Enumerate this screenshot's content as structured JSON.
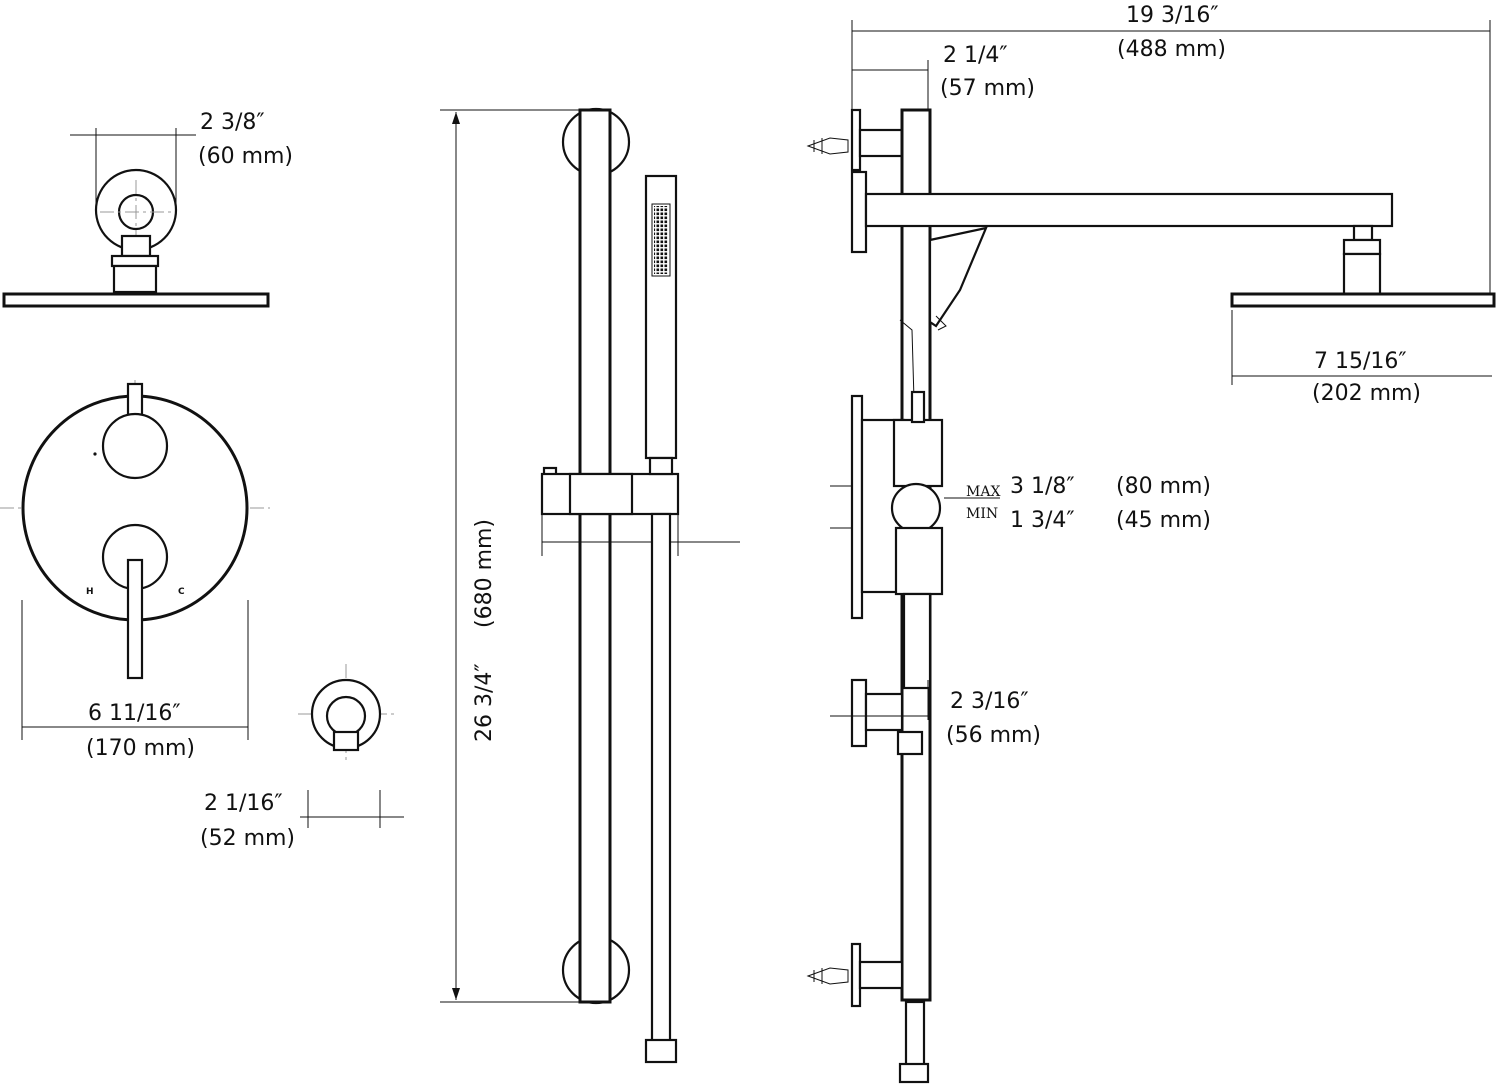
{
  "dimensions": {
    "overall_width": {
      "inch": "19 3/16″",
      "mm": "(488 mm)"
    },
    "arm_offset": {
      "inch": "2 1/4″",
      "mm": "(57 mm)"
    },
    "head_flange": {
      "inch": "2 3/8″",
      "mm": "(60 mm)"
    },
    "head_diameter": {
      "inch": "7 15/16″",
      "mm": "(202 mm)"
    },
    "bar_length": {
      "inch": "26 3/4″",
      "mm": "(680 mm)"
    },
    "valve_trim": {
      "inch": "6 11/16″",
      "mm": "(170 mm)"
    },
    "outlet_elbow": {
      "inch": "2 1/16″",
      "mm": "(52 mm)"
    },
    "elbow_depth": {
      "inch": "2 3/16″",
      "mm": "(56 mm)"
    },
    "valve_depth_max": {
      "label": "MAX",
      "inch": "3 1/8″",
      "mm": "(80 mm)"
    },
    "valve_depth_min": {
      "label": "MIN",
      "inch": "1 3/4″",
      "mm": "(45 mm)"
    }
  },
  "valve_markings": {
    "hot": "H",
    "cold": "C"
  }
}
